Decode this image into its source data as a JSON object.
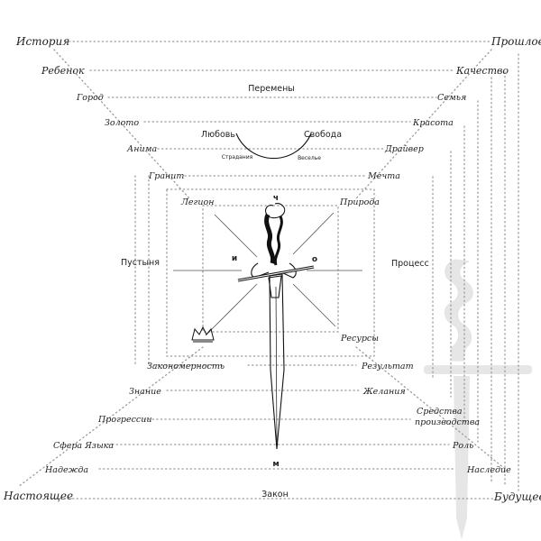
{
  "corners": {
    "top_left": "История",
    "top_right": "Прошлое",
    "bottom_left": "Настоящее",
    "bottom_right": "Будущее"
  },
  "left_column": {
    "rebenok": "Ребенок",
    "gorod": "Город",
    "zoloto": "Золото",
    "anima": "Анима",
    "granit": "Гранит",
    "legion": "Легион",
    "zakonomernost": "Закономерность",
    "znanie": "Знание",
    "progressii": "Прогрессии",
    "sfera": "Сфера Языка",
    "nadezhda": "Надежда"
  },
  "right_column": {
    "kachestvo": "Качество",
    "semya": "Семья",
    "krasota": "Красота",
    "drayver": "Драйвер",
    "mechta": "Мечта",
    "priroda": "Природа",
    "resursy": "Ресурсы",
    "rezultat": "Результат",
    "zhelaniya": "Желания",
    "sredstva_1": "Средства",
    "sredstva_2": "производства",
    "rol": "Роль",
    "nasledie": "Наследие"
  },
  "center": {
    "peremeny": "Перемены",
    "lyubov": "Любовь",
    "svoboda": "Свобода",
    "stradaniya": "Страдания",
    "veselie": "Веселье",
    "pustynya": "Пустыня",
    "process": "Процесс",
    "zakon": "Закон"
  },
  "compass": {
    "north": "ч",
    "west": "и",
    "east": "о",
    "south": "м"
  },
  "colors": {
    "ink": "#111111",
    "dots": "#9a9a9a",
    "ghost_sword": "#e6e6e6"
  }
}
